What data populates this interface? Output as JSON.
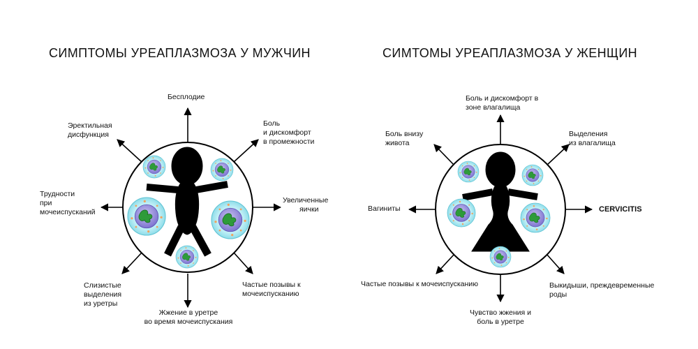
{
  "men": {
    "title": "СИМПТОМЫ УРЕАПЛАЗМОЗА У МУЖЧИН",
    "labels": {
      "top": [
        "Бесплодие"
      ],
      "top_right": [
        "Боль",
        "и дискомфорт",
        "в промежности"
      ],
      "right": [
        "Увеличенные",
        "яички"
      ],
      "bottom_right": [
        "Частые позывы к",
        "мочеиспусканию"
      ],
      "bottom": [
        "Жжение в уретре",
        "во время мочеиспускания"
      ],
      "bottom_left": [
        "Слизистые",
        "выделения",
        "из уретры"
      ],
      "left": [
        "Трудности",
        "при",
        "мочеиспусканий"
      ],
      "top_left": [
        "Эректильная",
        "дисфункция"
      ]
    }
  },
  "women": {
    "title": "СИМТОМЫ УРЕАПЛАЗМОЗА У ЖЕНЩИН",
    "labels": {
      "top": [
        "Боль и дискомфорт в",
        "зоне влагалища"
      ],
      "top_right": [
        "Выделения",
        "из влагалища"
      ],
      "right": [
        "CERVICITIS"
      ],
      "bottom_right": [
        "Выкидыши, преждевременные",
        "роды"
      ],
      "bottom": [
        "Чувство жжения и",
        "боль в уретре"
      ],
      "bottom_left": [
        "Частые позывы к мочеиспусканию"
      ],
      "left": [
        "Вагиниты"
      ],
      "top_left": [
        "Боль внизу",
        "живота"
      ]
    }
  },
  "colors": {
    "line": "#000000",
    "cell_fill": "#b8ecf4",
    "cell_nucleus": "#8a82d6",
    "cell_dots": "#f2a25c",
    "bacteria": "#2e9b3a"
  }
}
